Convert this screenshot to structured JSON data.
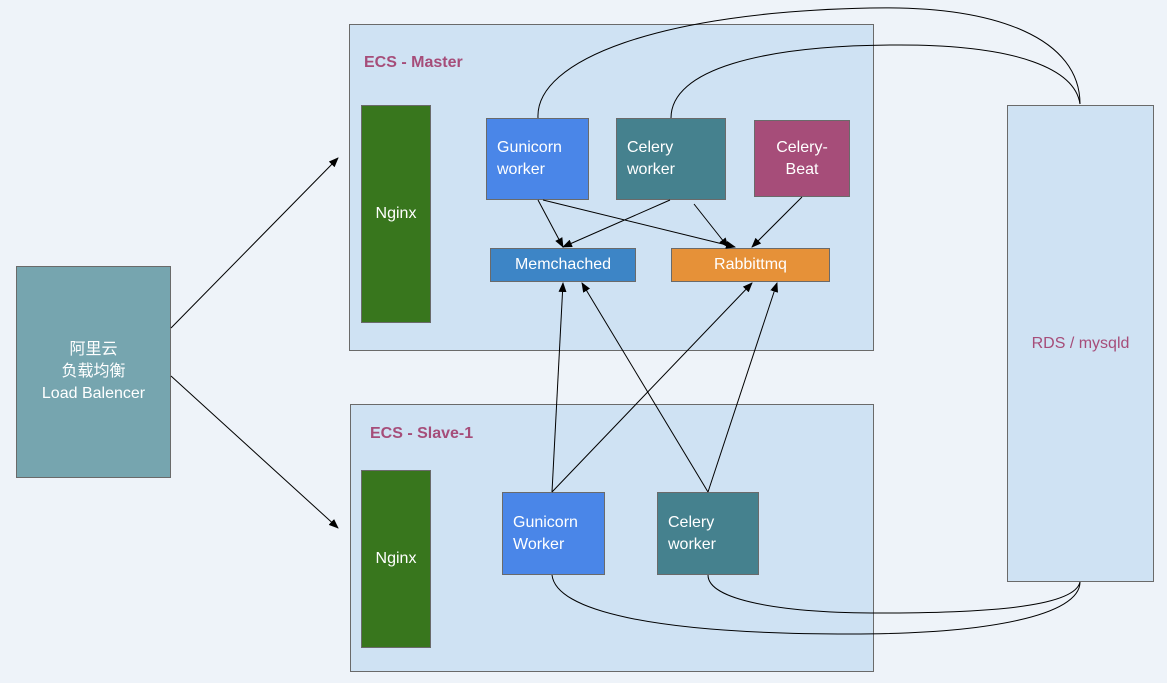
{
  "colors": {
    "panel": "#cfe2f3",
    "nginx": "#38761d",
    "gunicorn": "#4a86e8",
    "celery": "#45818e",
    "celery_beat": "#a64d79",
    "memcached": "#3d85c6",
    "rabbitmq": "#e69138",
    "load_balancer": "#76a5af",
    "title": "#a64d79"
  },
  "load_balancer": {
    "label": "阿里云\n负载均衡\nLoad Balencer"
  },
  "master": {
    "title": "ECS - Master",
    "nginx": "Nginx",
    "gunicorn": "Gunicorn\nworker",
    "celery": "Celery\nworker",
    "celery_beat": "Celery-\nBeat",
    "memcached": "Memchached",
    "rabbitmq": "Rabbittmq"
  },
  "slave": {
    "title": "ECS - Slave-1",
    "nginx": "Nginx",
    "gunicorn": "Gunicorn\nWorker",
    "celery": "Celery\nworker"
  },
  "rds": {
    "label": "RDS / mysqld"
  }
}
